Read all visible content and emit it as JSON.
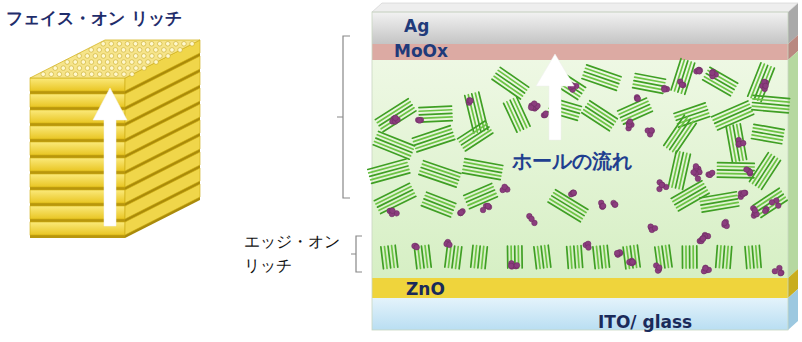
{
  "diagram": {
    "labels": [
      "フェイス・オン リッチ",
      "Ag",
      "MoOx",
      "エッジ・オン リッチ",
      "ホールの流れ",
      "ZnO",
      "ITO/ glass"
    ]
  }
}
